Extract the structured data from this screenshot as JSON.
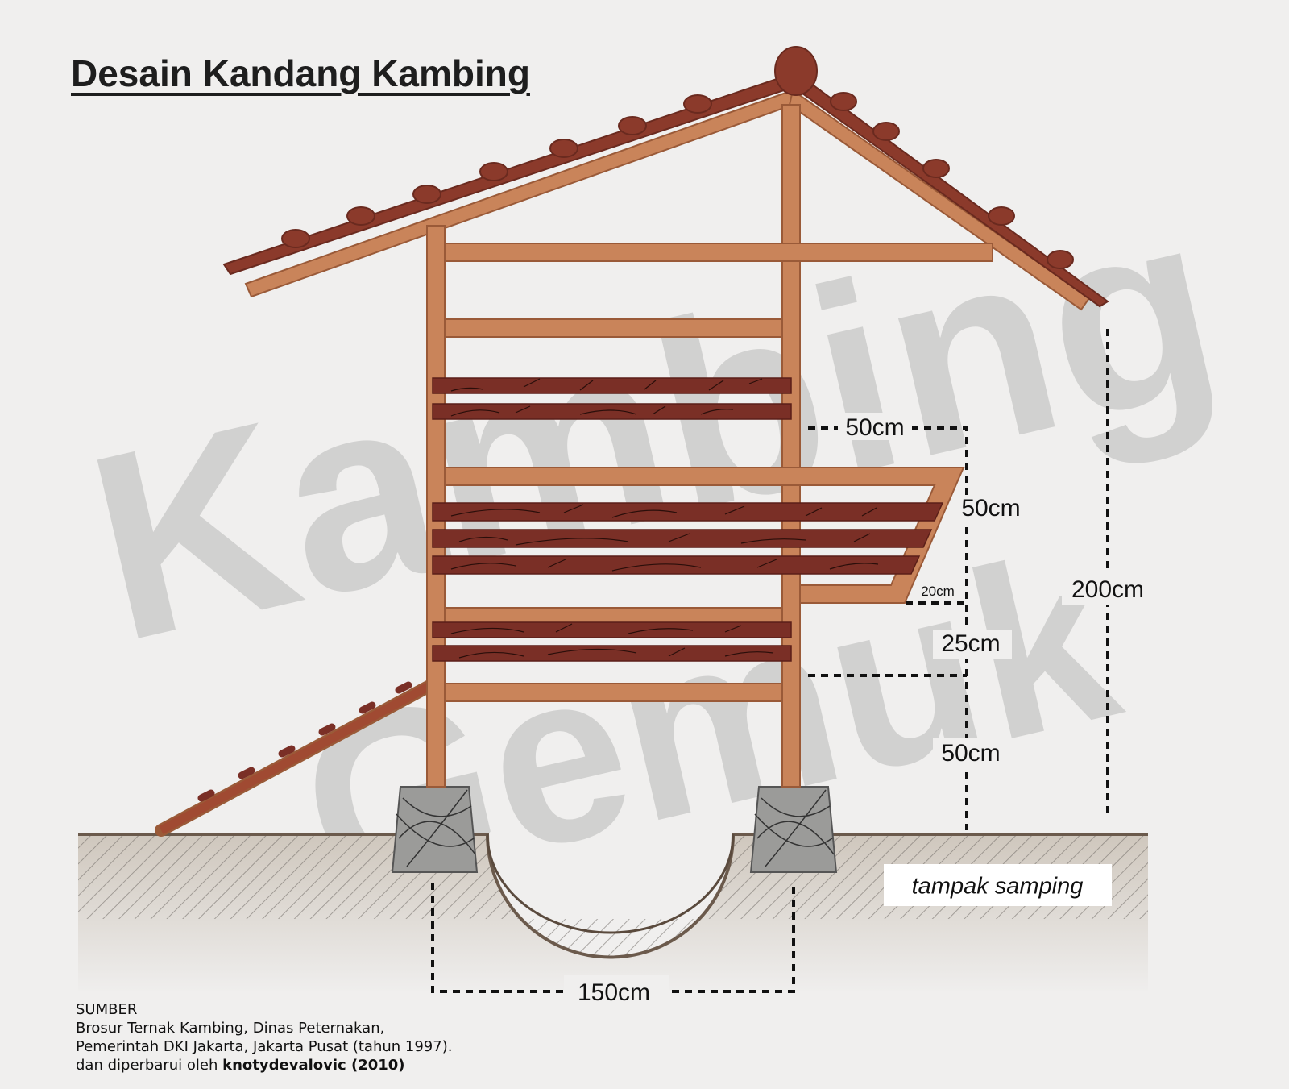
{
  "title": "Desain Kandang Kambing",
  "watermark": {
    "line1": "Kambing",
    "line2": "Gemuk"
  },
  "dimensions": {
    "platform_width": "50cm",
    "feeder_height": "50cm",
    "feeder_gap": "20cm",
    "upper_gap": "25cm",
    "floor_height": "50cm",
    "total_height": "200cm",
    "base_width": "150cm"
  },
  "view_label": "tampak samping",
  "source": {
    "heading": "SUMBER",
    "line1": "Brosur Ternak Kambing, Dinas Peternakan,",
    "line2": "Pemerintah DKI Jakarta, Jakarta Pusat (tahun 1997).",
    "line3_prefix": "dan diperbarui oleh ",
    "line3_author": "knotydevalovic (2010)"
  },
  "colors": {
    "frame": "#c9845a",
    "frame_edge": "#9a5a38",
    "roof": "#8b3a2b",
    "slat": "#7a2f26",
    "ground": "#d8d1c8",
    "foundation": "#9a9a98",
    "watermark": "#cfcfcf"
  }
}
